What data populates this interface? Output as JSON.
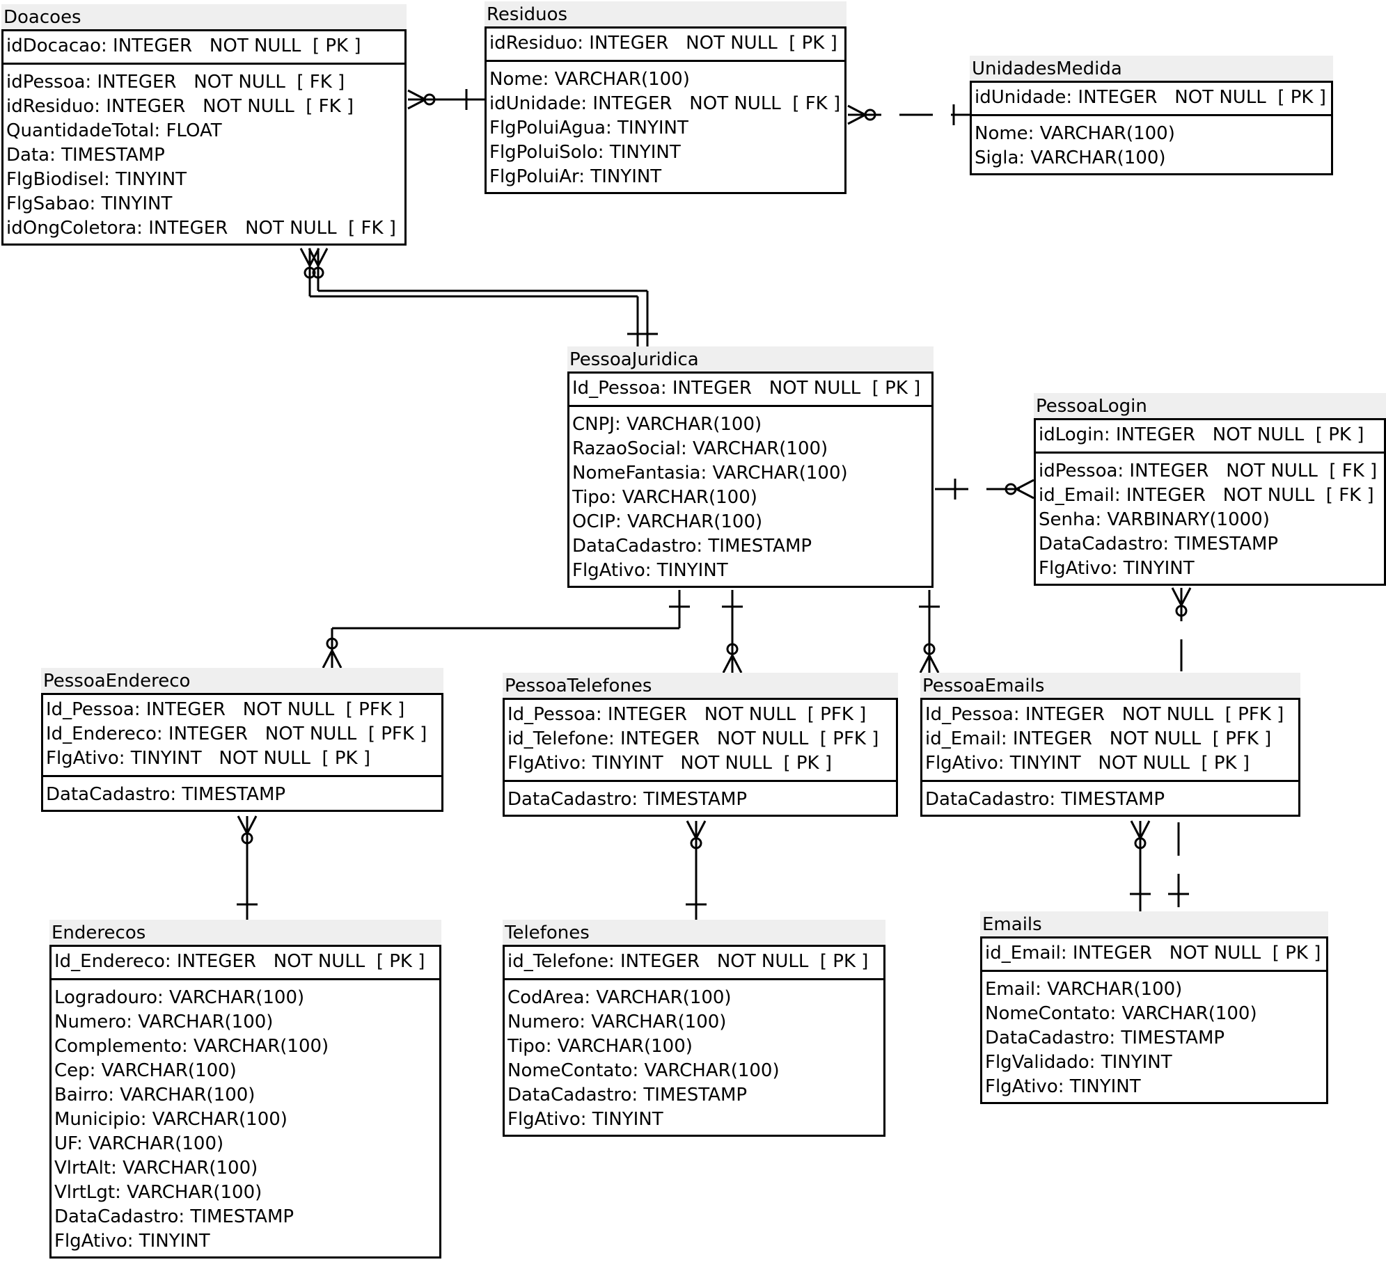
{
  "entities": {
    "doacoes": {
      "name": "Doacoes",
      "pk": [
        "idDocacao: INTEGER   NOT NULL  [ PK ]"
      ],
      "attrs": [
        "idPessoa: INTEGER   NOT NULL  [ FK ]",
        "idResiduo: INTEGER   NOT NULL  [ FK ]",
        "QuantidadeTotal: FLOAT",
        "Data: TIMESTAMP",
        "FlgBiodisel: TINYINT",
        "FlgSabao: TINYINT",
        "idOngColetora: INTEGER   NOT NULL  [ FK ]"
      ]
    },
    "residuos": {
      "name": "Residuos",
      "pk": [
        "idResiduo: INTEGER   NOT NULL  [ PK ]"
      ],
      "attrs": [
        "Nome: VARCHAR(100)",
        "idUnidade: INTEGER   NOT NULL  [ FK ]",
        "FlgPoluiAgua: TINYINT",
        "FlgPoluiSolo: TINYINT",
        "FlgPoluiAr: TINYINT"
      ]
    },
    "unidades": {
      "name": "UnidadesMedida",
      "pk": [
        "idUnidade: INTEGER   NOT NULL  [ PK ]"
      ],
      "attrs": [
        "Nome: VARCHAR(100)",
        "Sigla: VARCHAR(100)"
      ]
    },
    "pessoa_juridica": {
      "name": "PessoaJuridica",
      "pk": [
        "Id_Pessoa: INTEGER   NOT NULL  [ PK ]"
      ],
      "attrs": [
        "CNPJ: VARCHAR(100)",
        "RazaoSocial: VARCHAR(100)",
        "NomeFantasia: VARCHAR(100)",
        "Tipo: VARCHAR(100)",
        "OCIP: VARCHAR(100)",
        "DataCadastro: TIMESTAMP",
        "FlgAtivo: TINYINT"
      ]
    },
    "pessoa_login": {
      "name": "PessoaLogin",
      "pk": [
        "idLogin: INTEGER   NOT NULL  [ PK ]"
      ],
      "attrs": [
        "idPessoa: INTEGER   NOT NULL  [ FK ]",
        "id_Email: INTEGER   NOT NULL  [ FK ]",
        "Senha: VARBINARY(1000)",
        "DataCadastro: TIMESTAMP",
        "FlgAtivo: TINYINT"
      ]
    },
    "pessoa_endereco": {
      "name": "PessoaEndereco",
      "pk": [
        "Id_Pessoa: INTEGER   NOT NULL  [ PFK ]",
        "Id_Endereco: INTEGER   NOT NULL  [ PFK ]",
        "FlgAtivo: TINYINT   NOT NULL  [ PK ]"
      ],
      "attrs": [
        "DataCadastro: TIMESTAMP"
      ]
    },
    "pessoa_telefones": {
      "name": "PessoaTelefones",
      "pk": [
        "Id_Pessoa: INTEGER   NOT NULL  [ PFK ]",
        "id_Telefone: INTEGER   NOT NULL  [ PFK ]",
        "FlgAtivo: TINYINT   NOT NULL  [ PK ]"
      ],
      "attrs": [
        "DataCadastro: TIMESTAMP"
      ]
    },
    "pessoa_emails": {
      "name": "PessoaEmails",
      "pk": [
        "Id_Pessoa: INTEGER   NOT NULL  [ PFK ]",
        "id_Email: INTEGER   NOT NULL  [ PFK ]",
        "FlgAtivo: TINYINT   NOT NULL  [ PK ]"
      ],
      "attrs": [
        "DataCadastro: TIMESTAMP"
      ]
    },
    "enderecos": {
      "name": "Enderecos",
      "pk": [
        "Id_Endereco: INTEGER   NOT NULL  [ PK ]"
      ],
      "attrs": [
        "Logradouro: VARCHAR(100)",
        "Numero: VARCHAR(100)",
        "Complemento: VARCHAR(100)",
        "Cep: VARCHAR(100)",
        "Bairro: VARCHAR(100)",
        "Municipio: VARCHAR(100)",
        "UF: VARCHAR(100)",
        "VlrtAlt: VARCHAR(100)",
        "VlrtLgt: VARCHAR(100)",
        "DataCadastro: TIMESTAMP",
        "FlgAtivo: TINYINT"
      ]
    },
    "telefones": {
      "name": "Telefones",
      "pk": [
        "id_Telefone: INTEGER   NOT NULL  [ PK ]"
      ],
      "attrs": [
        "CodArea: VARCHAR(100)",
        "Numero: VARCHAR(100)",
        "Tipo: VARCHAR(100)",
        "NomeContato: VARCHAR(100)",
        "DataCadastro: TIMESTAMP",
        "FlgAtivo: TINYINT"
      ]
    },
    "emails": {
      "name": "Emails",
      "pk": [
        "id_Email: INTEGER   NOT NULL  [ PK ]"
      ],
      "attrs": [
        "Email: VARCHAR(100)",
        "NomeContato: VARCHAR(100)",
        "DataCadastro: TIMESTAMP",
        "FlgValidado: TINYINT",
        "FlgAtivo: TINYINT"
      ]
    }
  },
  "relationships": [
    {
      "from": "doacoes",
      "to": "residuos",
      "from_end": "zero-or-many",
      "to_end": "one",
      "line": "solid"
    },
    {
      "from": "residuos",
      "to": "unidades",
      "from_end": "zero-or-many",
      "to_end": "one",
      "line": "dashed"
    },
    {
      "from": "doacoes",
      "to": "pessoa_juridica",
      "from_end": "zero-or-many",
      "to_end": "one-and-only-one",
      "line": "solid"
    },
    {
      "from": "doacoes",
      "to": "pessoa_juridica",
      "from_end": "zero-or-many",
      "to_end": "one-and-only-one",
      "line": "solid"
    },
    {
      "from": "pessoa_juridica",
      "to": "pessoa_login",
      "from_end": "one",
      "to_end": "zero-or-many",
      "line": "dashed"
    },
    {
      "from": "pessoa_juridica",
      "to": "pessoa_endereco",
      "from_end": "one",
      "to_end": "zero-or-many",
      "line": "solid"
    },
    {
      "from": "pessoa_juridica",
      "to": "pessoa_telefones",
      "from_end": "one",
      "to_end": "zero-or-many",
      "line": "solid"
    },
    {
      "from": "pessoa_juridica",
      "to": "pessoa_emails",
      "from_end": "one",
      "to_end": "zero-or-many",
      "line": "solid"
    },
    {
      "from": "pessoa_endereco",
      "to": "enderecos",
      "from_end": "zero-or-many",
      "to_end": "one",
      "line": "solid"
    },
    {
      "from": "pessoa_telefones",
      "to": "telefones",
      "from_end": "zero-or-many",
      "to_end": "one",
      "line": "solid"
    },
    {
      "from": "pessoa_emails",
      "to": "emails",
      "from_end": "zero-or-many",
      "to_end": "one",
      "line": "solid"
    },
    {
      "from": "pessoa_login",
      "to": "emails",
      "from_end": "zero-or-many",
      "to_end": "one",
      "line": "dashed"
    }
  ]
}
